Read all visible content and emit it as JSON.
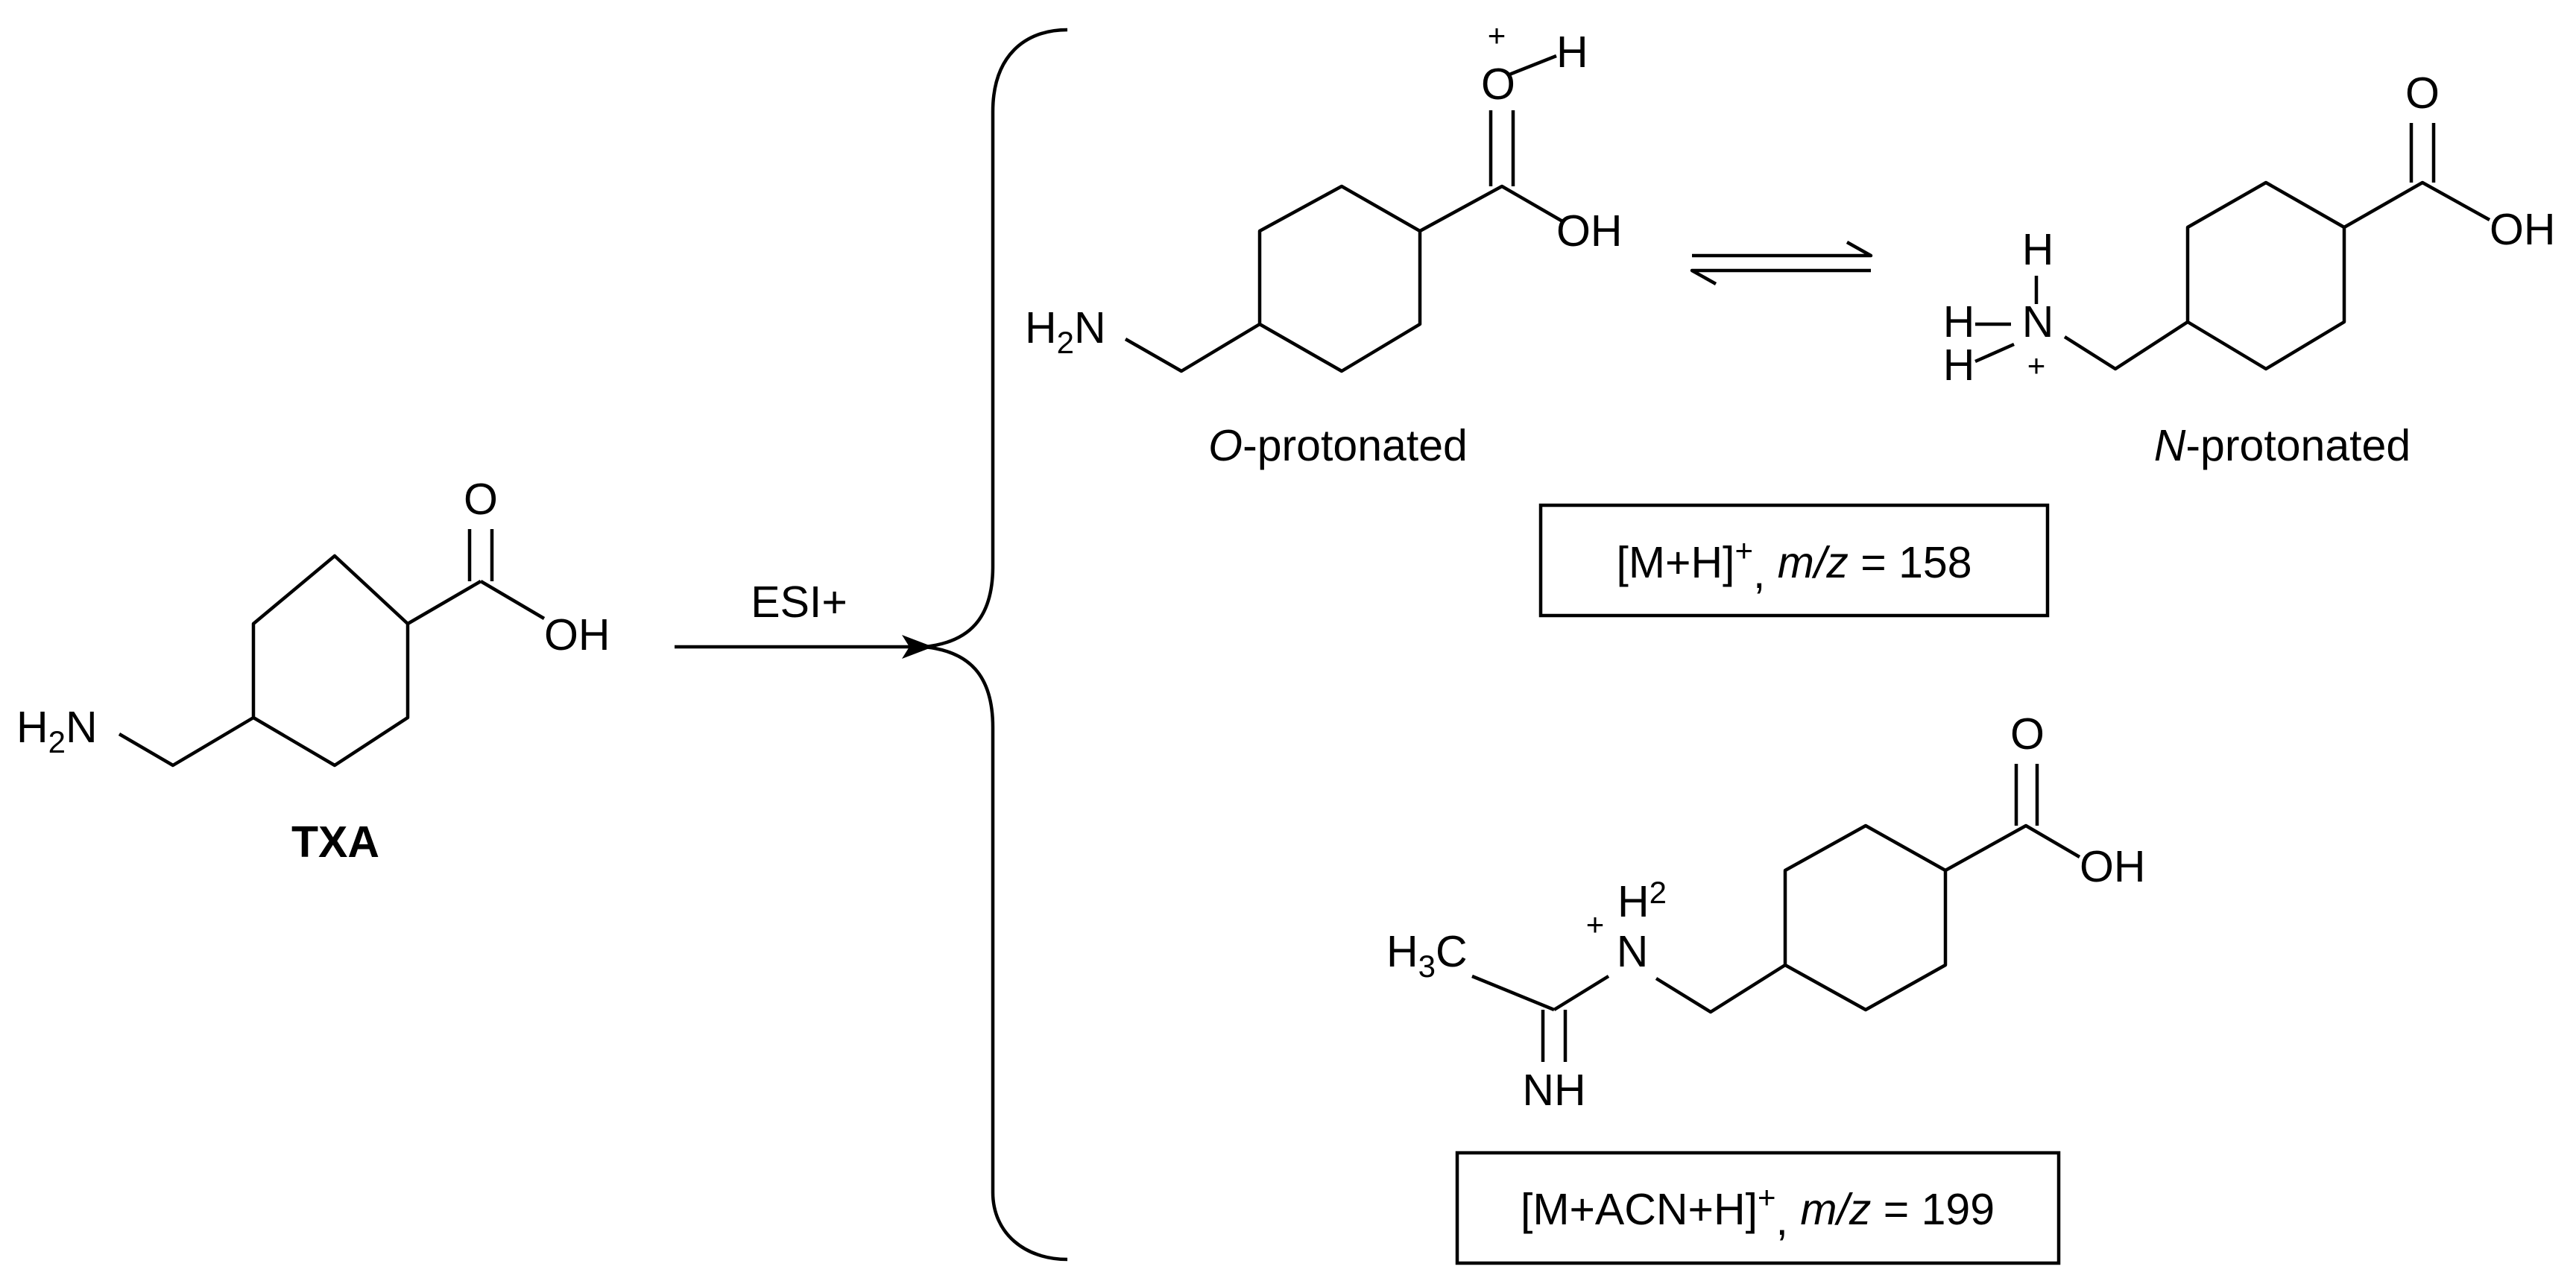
{
  "txa": {
    "name": "TXA",
    "amine": {
      "main": "H",
      "sub": "2",
      "tail": "N"
    },
    "carbonyl_o": "O",
    "hydroxyl": "OH"
  },
  "arrow": {
    "label": "ESI+"
  },
  "o_protonated": {
    "amine": {
      "main": "H",
      "sub": "2",
      "tail": "N"
    },
    "oxonium_o": "O",
    "oxonium_h": "H",
    "charge": "+",
    "hydroxyl": "OH",
    "caption_italic": "O",
    "caption_rest": "-protonated"
  },
  "n_protonated": {
    "ammonium_n": "N",
    "h_top": "H",
    "h_left": "H",
    "h_bottom": "H",
    "charge": "+",
    "carbonyl_o": "O",
    "hydroxyl": "OH",
    "caption_italic": "N",
    "caption_rest": "-protonated"
  },
  "box_mh": {
    "ion": "[M+H]",
    "sup": "+",
    "sep": ",",
    "mz_label": "m/z",
    "value": "= 158"
  },
  "adduct": {
    "methyl": {
      "main": "H",
      "sub": "3",
      "tail": "C"
    },
    "iminium_n": "N",
    "iminium_h": {
      "main": "H",
      "sub": "2"
    },
    "charge": "+",
    "imine": "NH",
    "carbonyl_o": "O",
    "hydroxyl": "OH"
  },
  "box_acn": {
    "ion": "[M+ACN+H]",
    "sup": "+",
    "sep": ",",
    "mz_label": "m/z",
    "value": "= 199"
  }
}
